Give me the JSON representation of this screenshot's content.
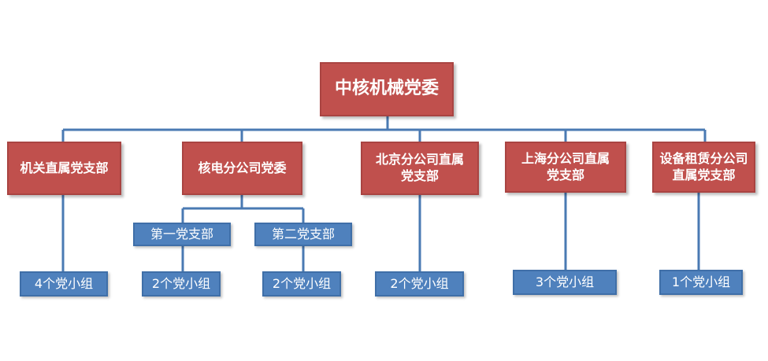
{
  "colors": {
    "committee_fill": "#c0504d",
    "branch_fill": "#4f81bd",
    "connector": "#4a7ab3"
  },
  "root": {
    "label": "中核机械党委"
  },
  "units": [
    {
      "label": "机关直属党支部",
      "groups": "4个党小组"
    },
    {
      "label": "核电分公司党委",
      "branches": [
        {
          "label": "第一党支部",
          "groups": "2个党小组"
        },
        {
          "label": "第二党支部",
          "groups": "2个党小组"
        }
      ]
    },
    {
      "label": "北京分公司直属党支部",
      "groups": "2个党小组"
    },
    {
      "label": "上海分公司直属党支部",
      "groups": "3个党小组"
    },
    {
      "label": "设备租赁分公司直属党支部",
      "groups": "1个党小组"
    }
  ]
}
